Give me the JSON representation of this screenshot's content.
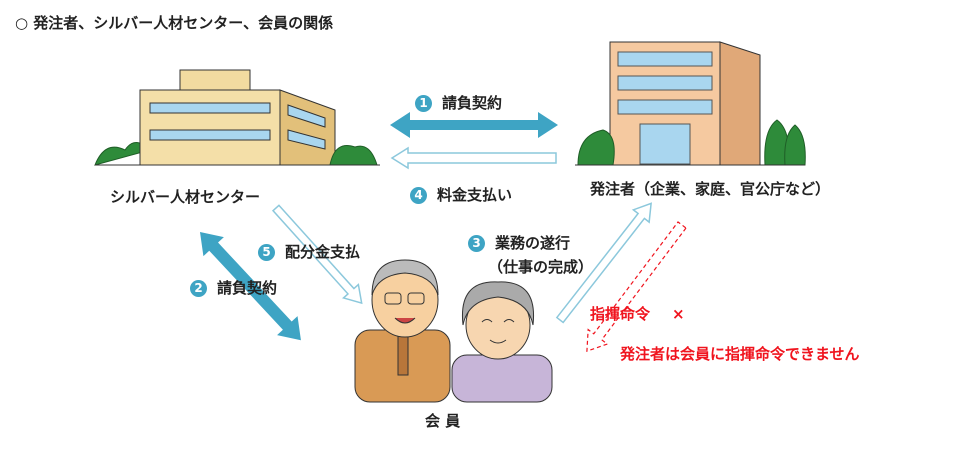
{
  "title": "○ 発注者、シルバー人材センター、会員の関係",
  "parties": {
    "center": "シルバー人材センター",
    "client": "発注者（企業、家庭、官公庁など）",
    "member": "会 員"
  },
  "relations": [
    {
      "num": "1",
      "label": "請負契約"
    },
    {
      "num": "2",
      "label": "請負契約"
    },
    {
      "num": "3",
      "label": "業務の遂行",
      "sub": "（仕事の完成）"
    },
    {
      "num": "4",
      "label": "料金支払い"
    },
    {
      "num": "5",
      "label": "配分金支払"
    }
  ],
  "warning": {
    "label": "指揮命令",
    "mark": "×",
    "note": "発注者は会員に指揮命令できません"
  },
  "colors": {
    "arrow": "#3ea4c4",
    "arrow_outline": "#8cc8dc",
    "warning": "#f0141e"
  }
}
